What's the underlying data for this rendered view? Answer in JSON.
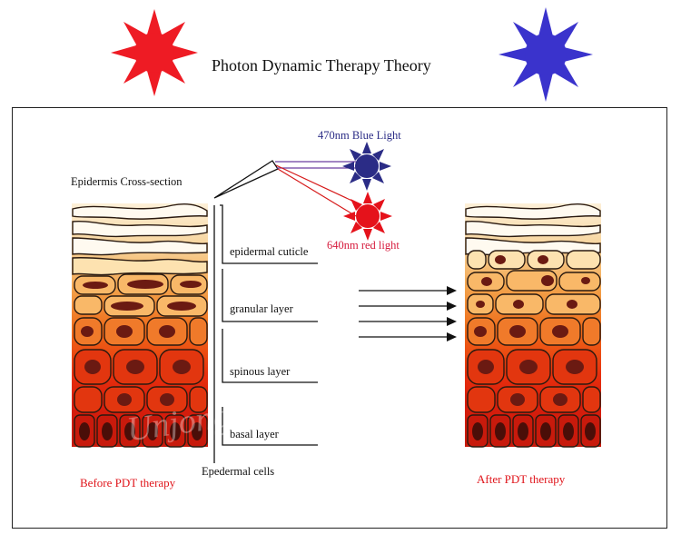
{
  "header": {
    "title": "Photon Dynamic Therapy Theory",
    "left_sun_color": "#ee1b24",
    "right_sun_color": "#3a33cc"
  },
  "diagram": {
    "cross_section_label": "Epidermis Cross-section",
    "layers": [
      {
        "id": "cuticle",
        "label": "epidermal cuticle"
      },
      {
        "id": "granular",
        "label": "granular layer"
      },
      {
        "id": "spinous",
        "label": "spinous layer"
      },
      {
        "id": "basal",
        "label": "basal layer"
      }
    ],
    "cells_label": "Epedermal cells",
    "lights": [
      {
        "label": "470nm Blue Light",
        "color": "#2b2c86"
      },
      {
        "label": "640nm red light",
        "color": "#e5121b"
      }
    ],
    "before_caption": "Before PDT therapy",
    "after_caption": "After PDT therapy",
    "watermark": "Unjong"
  }
}
